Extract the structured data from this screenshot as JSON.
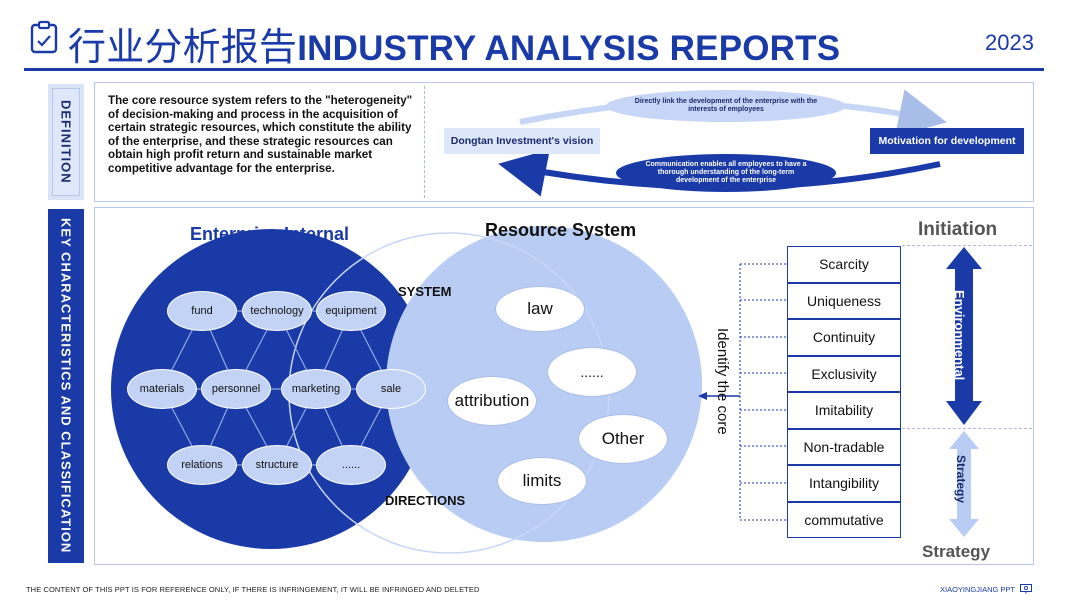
{
  "header": {
    "title_cn": "行业分析报告",
    "title_en": "INDUSTRY ANALYSIS REPORTS",
    "year": "2023"
  },
  "definition": {
    "tab_label": "DEFINITION",
    "text": "The core resource system refers to the \"heterogeneity\" of decision-making and process in the acquisition of certain strategic resources, which constitute the ability of the enterprise, and these strategic resources can obtain high profit return and sustainable market competitive advantage for the enterprise.",
    "vision": "Dongtan Investment's vision",
    "motivation": "Motivation for development",
    "top_note": "Directly link the development of the enterprise with the interests of employees",
    "bottom_note": "Communication enables all employees to have a thorough understanding of the long-term development of the enterprise"
  },
  "key": {
    "tab_label": "KEY CHARACTERISTICS AND CLASSIFICATION",
    "enterprise_internal": "Enterprise Internal",
    "resource_system": "Resource System",
    "system": "SYSTEM",
    "directions": "DIRECTIONS",
    "internal_nodes": [
      "fund",
      "technology",
      "equipment",
      "materials",
      "personnel",
      "marketing",
      "sale",
      "relations",
      "structure",
      "......"
    ],
    "resource_nodes": [
      "law",
      "......",
      "attribution",
      "Other",
      "limits"
    ],
    "identify": "Identify the core",
    "characteristics": [
      "Scarcity",
      "Uniqueness",
      "Continuity",
      "Exclusivity",
      "Imitability",
      "Non-tradable",
      "Intangibility",
      "commutative"
    ],
    "initiation": "Initiation",
    "strategy": "Strategy",
    "environmental": "Environmental",
    "strategy_arrow": "Strategy"
  },
  "footer": {
    "left": "THE CONTENT OF THIS PPT IS FOR REFERENCE ONLY, IF THERE IS INFRINGEMENT, IT WILL BE INFRINGED AND DELETED",
    "right": "XIAOYINGJIANG PPT"
  },
  "colors": {
    "primary": "#1a3aa8",
    "light": "#c3d3f5",
    "pale": "#dde7fa"
  },
  "icons": {
    "header": "clipboard-check-icon",
    "footer": "presentation-icon"
  }
}
